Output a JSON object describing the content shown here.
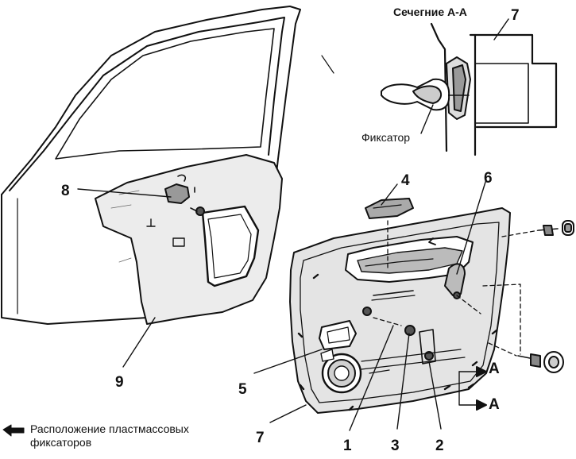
{
  "section": {
    "title": "Сечегние А-А",
    "clip_label": "Фиксатор",
    "part_number": "7"
  },
  "callouts": {
    "n1": "1",
    "n2": "2",
    "n3": "3",
    "n4": "4",
    "n5": "5",
    "n6": "6",
    "n7": "7",
    "n8": "8",
    "n9": "9"
  },
  "section_marks": {
    "upper": "А",
    "lower": "А"
  },
  "legend": {
    "line1": "Расположение пластмассовых",
    "line2": "фиксаторов"
  }
}
